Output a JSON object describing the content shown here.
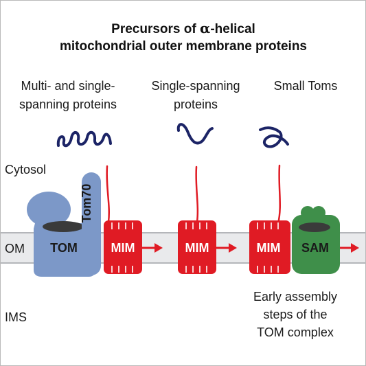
{
  "title": {
    "line1_prefix": "Precursors of ",
    "line1_symbol": "α",
    "line1_suffix": "-helical",
    "line2": "mitochondrial outer membrane proteins"
  },
  "columns": {
    "left": [
      "Multi- and single-",
      "spanning proteins"
    ],
    "middle": [
      "Single-spanning",
      "proteins"
    ],
    "right": "Small Toms"
  },
  "compartments": {
    "cytosol": "Cytosol",
    "om": "OM",
    "ims": "IMS"
  },
  "complexes": {
    "tom": "TOM",
    "tom70": "Tom70",
    "mim": "MIM",
    "sam": "SAM"
  },
  "bottom_note": [
    "Early assembly",
    "steps of the",
    "TOM complex"
  ],
  "colors": {
    "membrane": "#e9eaec",
    "membrane_border": "#b4b6ba",
    "tom": "#7c98c8",
    "mim": "#e01b24",
    "sam": "#3f8f4a",
    "precursor": "#1c2466",
    "channel": "#3a3a3a"
  }
}
